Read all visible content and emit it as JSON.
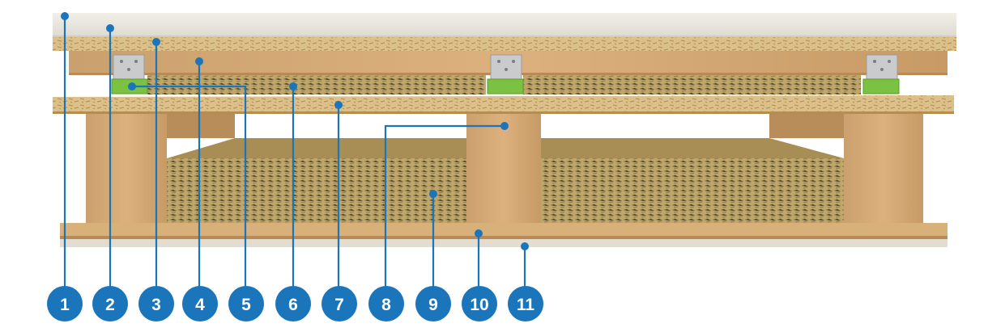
{
  "colors": {
    "callout": "#1b75bb",
    "plaster": "#e9e7df",
    "osb": "#dcc08a",
    "timber": "#d9aa72",
    "mineral_wool": "#bfa66a",
    "resilient_bracket": "#c9cbcd",
    "rubber_pad": "#7cc242"
  },
  "callouts": [
    {
      "number": "1",
      "icon": "dot-marker"
    },
    {
      "number": "2",
      "icon": "dot-marker"
    },
    {
      "number": "3",
      "icon": "dot-marker"
    },
    {
      "number": "4",
      "icon": "dot-marker"
    },
    {
      "number": "5",
      "icon": "dot-marker"
    },
    {
      "number": "6",
      "icon": "dot-marker"
    },
    {
      "number": "7",
      "icon": "dot-marker"
    },
    {
      "number": "8",
      "icon": "dot-marker"
    },
    {
      "number": "9",
      "icon": "dot-marker"
    },
    {
      "number": "10",
      "icon": "dot-marker"
    },
    {
      "number": "11",
      "icon": "dot-marker"
    }
  ]
}
